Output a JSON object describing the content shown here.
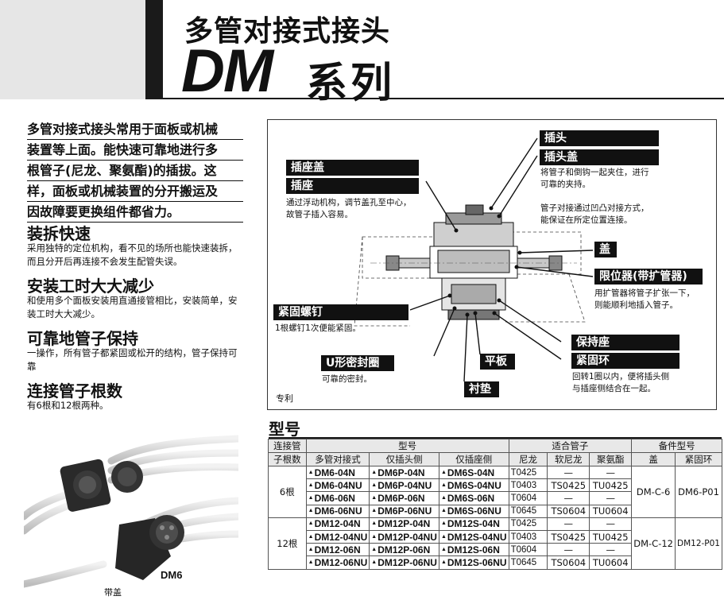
{
  "header": {
    "title_cn": "多管对接式接头",
    "title_dm": "DM",
    "title_series": "系列"
  },
  "intro": [
    "多管对接式接头常用于面板或机械",
    "装置等上面。能快速可靠地进行多",
    "根管子(尼龙、聚氨酯)的插拔。这",
    "样，面板或机械装置的分开搬运及",
    "因故障要更换组件都省力。"
  ],
  "features": [
    {
      "title": "装拆快速",
      "text": "采用独特的定位机构，看不见的场所也能快速装拆，而且分开后再连接不会发生配管失误。"
    },
    {
      "title": "安装工时大大减少",
      "text": "和使用多个面板安装用直通接管相比，安装简单，安装工时大大减少。"
    },
    {
      "title": "可靠地管子保持",
      "text": "一操作，所有管子都紧固或松开的结构，管子保持可靠"
    },
    {
      "title": "连接管子根数",
      "text": "有6根和12根两种。"
    }
  ],
  "photo": {
    "label_dm6": "DM6",
    "label_cap": "带盖"
  },
  "diagram": {
    "labels": {
      "plug": "插头",
      "plug_cover": "插头盖",
      "socket_cover": "插座盖",
      "socket": "插座",
      "cover": "盖",
      "limiter": "限位器(带扩管器)",
      "set_screw": "紧固螺钉",
      "holder": "保持座",
      "u_seal": "U形密封圈",
      "plate": "平板",
      "ring": "紧固环",
      "gasket": "衬垫"
    },
    "descs": {
      "plug_cover_1": "将管子和倒钩一起夹住，进行",
      "plug_cover_2": "可靠的夹持。",
      "plug_1": "管子对接通过凹凸对接方式，",
      "plug_2": "能保证在所定位置连接。",
      "socket_1": "通过浮动机构，调节盖孔至中心，",
      "socket_2": "故管子插入容易。",
      "limiter_1": "用扩管器将管子扩张一下，",
      "limiter_2": "则能顺利地插入管子。",
      "set_screw": "1根螺钉1次便能紧固。",
      "u_seal": "可靠的密封。",
      "ring_1": "回转1圈以内，便将插头侧",
      "ring_2": "与插座侧结合在一起。"
    },
    "patent": "专利"
  },
  "table": {
    "title": "型号",
    "head1": [
      "连接管",
      "型号",
      "适合管子",
      "备件型号"
    ],
    "head1b": "子根数",
    "head2": [
      "多管对接式",
      "仅插头侧",
      "仅插座侧",
      "尼龙",
      "软尼龙",
      "聚氨酯",
      "盖",
      "紧固环"
    ],
    "groups": [
      {
        "count": "6根",
        "cap": "DM-C-6",
        "ring": "DM6-P01",
        "rows": [
          [
            "DM6-04N",
            "DM6P-04N",
            "DM6S-04N",
            "T0425",
            "—",
            "—"
          ],
          [
            "DM6-04NU",
            "DM6P-04NU",
            "DM6S-04NU",
            "T0403",
            "TS0425",
            "TU0425"
          ],
          [
            "DM6-06N",
            "DM6P-06N",
            "DM6S-06N",
            "T0604",
            "—",
            "—"
          ],
          [
            "DM6-06NU",
            "DM6P-06NU",
            "DM6S-06NU",
            "T0645",
            "TS0604",
            "TU0604"
          ]
        ]
      },
      {
        "count": "12根",
        "cap": "DM-C-12",
        "ring": "DM12-P01",
        "rows": [
          [
            "DM12-04N",
            "DM12P-04N",
            "DM12S-04N",
            "T0425",
            "—",
            "—"
          ],
          [
            "DM12-04NU",
            "DM12P-04NU",
            "DM12S-04NU",
            "T0403",
            "TS0425",
            "TU0425"
          ],
          [
            "DM12-06N",
            "DM12P-06N",
            "DM12S-06N",
            "T0604",
            "—",
            "—"
          ],
          [
            "DM12-06NU",
            "DM12P-06NU",
            "DM12S-06NU",
            "T0645",
            "TS0604",
            "TU0604"
          ]
        ]
      }
    ]
  }
}
